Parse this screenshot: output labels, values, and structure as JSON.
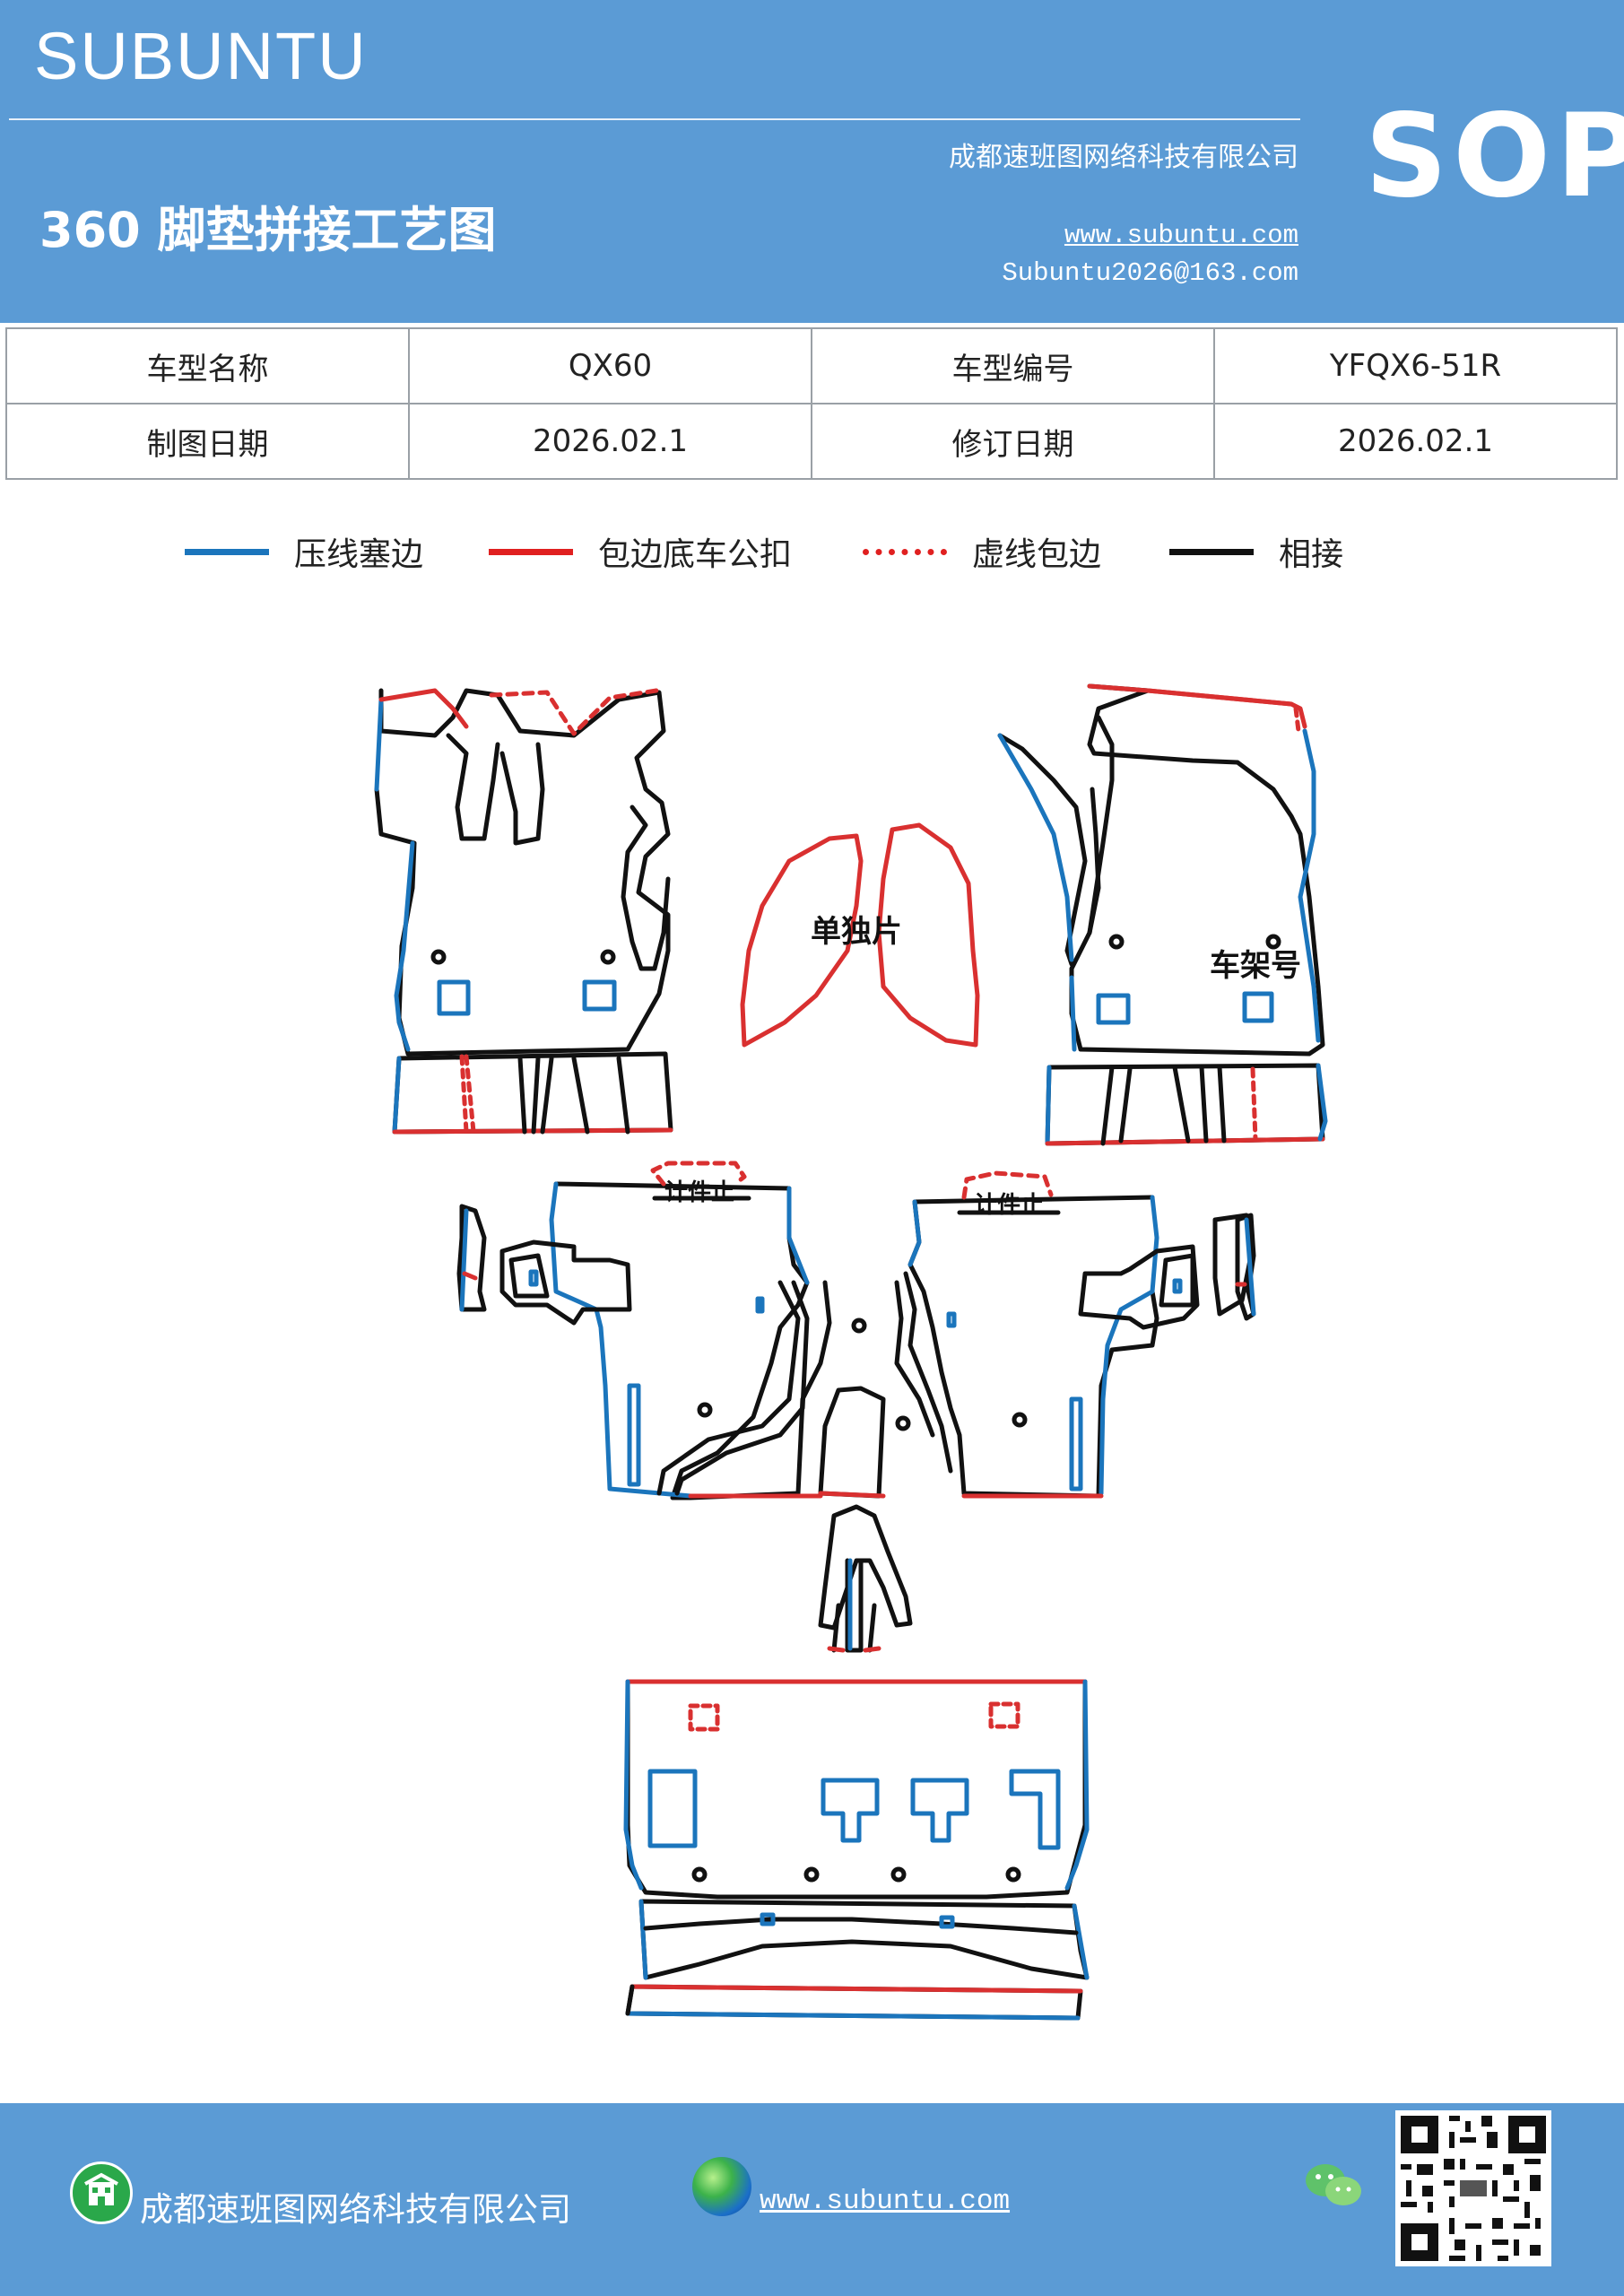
{
  "header": {
    "brand": "SUBUNTU",
    "title": "360 脚垫拼接工艺图",
    "company": "成都速班图网络科技有限公司",
    "website": "www.subuntu.com",
    "email": "Subuntu2026@163.com",
    "badge": "SOP"
  },
  "info_table": {
    "rows": [
      {
        "label1": "车型名称",
        "value1": "QX60",
        "label2": "车型编号",
        "value2": "YFQX6-51R"
      },
      {
        "label1": "制图日期",
        "value1": "2026.02.1",
        "label2": "修订日期",
        "value2": "2026.02.1"
      }
    ]
  },
  "legend": {
    "items": [
      {
        "label": "压线塞边",
        "color": "#1b75bc",
        "style": "solid"
      },
      {
        "label": "包边底车公扣",
        "color": "#e02020",
        "style": "solid"
      },
      {
        "label": "虚线包边",
        "color": "#e02020",
        "style": "dashed"
      },
      {
        "label": "相接",
        "color": "#111111",
        "style": "solid"
      }
    ]
  },
  "diagram": {
    "labels": {
      "single_piece": "单独片",
      "vin_label": "车架号"
    },
    "colors": {
      "press": "#1b75bc",
      "edge": "#d93030",
      "join": "#111111"
    }
  },
  "footer": {
    "company": "成都速班图网络科技有限公司",
    "website": "www.subuntu.com"
  }
}
